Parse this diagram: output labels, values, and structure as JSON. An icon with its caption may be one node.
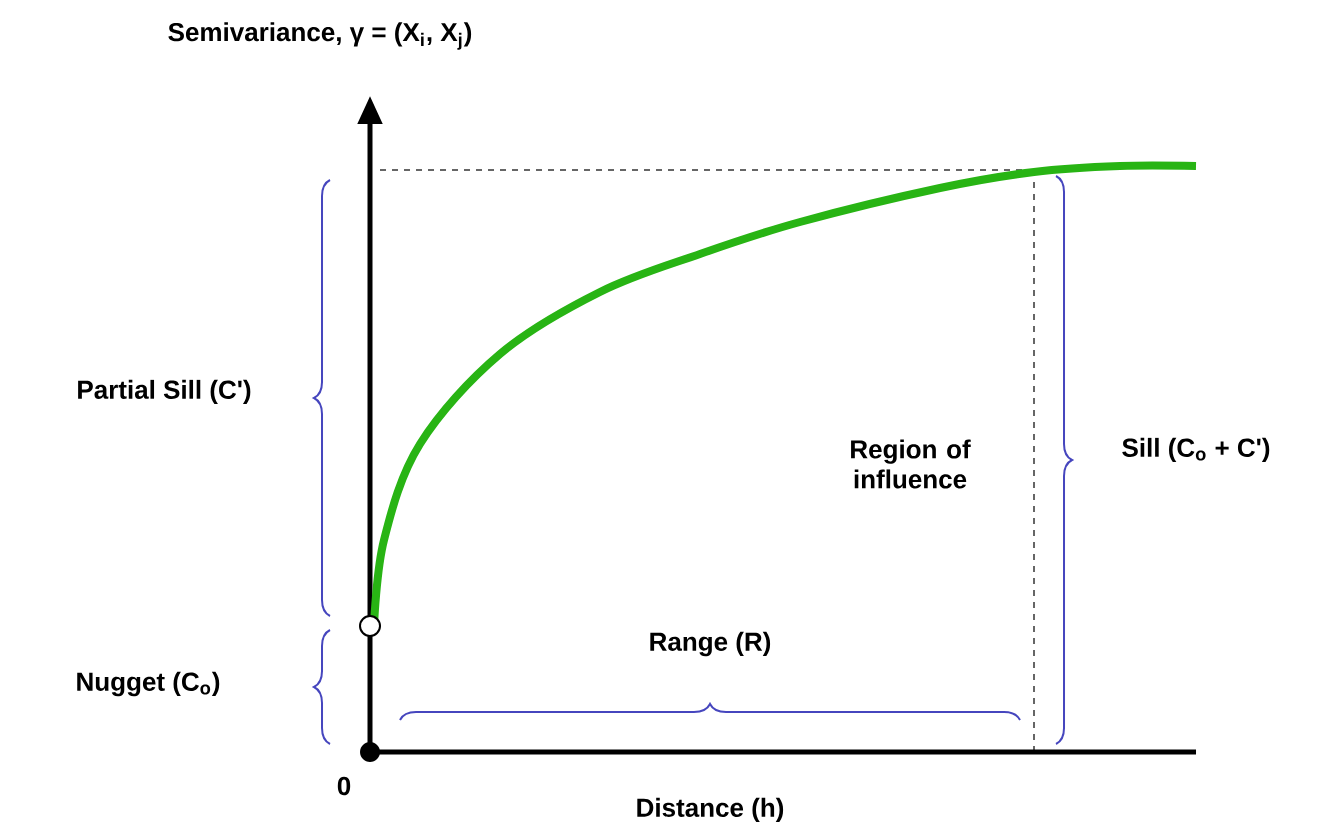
{
  "diagram": {
    "labels": [
      "Semivariance, γ = (X$_{i}$, X$_{j}$)",
      "Partial Sill (C')",
      "Region of influence",
      "Sill (C$_{o}$ + C')",
      "Range (R)",
      "Nugget (C$_{o}$)",
      "0",
      "Distance (h)"
    ]
  }
}
